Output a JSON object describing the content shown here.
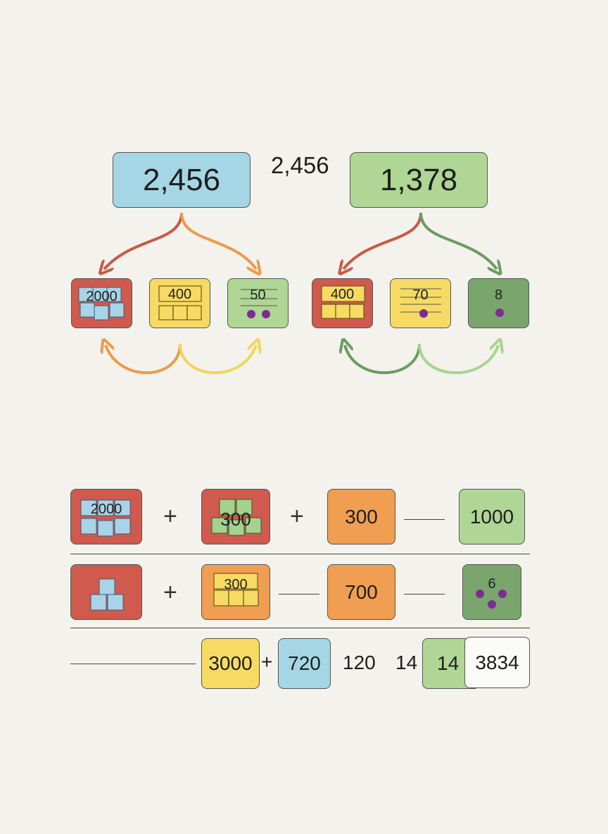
{
  "top": {
    "number_a": "2,456",
    "middle_label": "2,456",
    "number_b": "1,378",
    "parts_a": [
      {
        "label": "2000",
        "color": "#cf5a4d",
        "icon": "cubes-icon"
      },
      {
        "label": "400",
        "color": "#f6da63",
        "icon": "grid-icon"
      },
      {
        "label": "50",
        "color": "#afd694",
        "icon": "dots-icon"
      }
    ],
    "parts_b": [
      {
        "label": "400",
        "color": "#cf5a4d",
        "icon": "grid-icon"
      },
      {
        "label": "70",
        "color": "#f6da63",
        "icon": "dots-icon"
      },
      {
        "label": "8",
        "color": "#7aa56d",
        "icon": "dot-icon"
      }
    ]
  },
  "bottom": {
    "row1": {
      "tile1": "2000",
      "plus1": "+",
      "tile2": "300",
      "plus2": "+",
      "tile3": "300",
      "tile4": "1000"
    },
    "row2": {
      "plus1": "+",
      "tile2": "300",
      "tile3": "700",
      "tile4": "6"
    },
    "row3": {
      "tile1": "3000",
      "plus": "+",
      "tile2": "720",
      "text1": "120",
      "text2": "14",
      "tile3": "14",
      "tile4": "3834"
    }
  }
}
